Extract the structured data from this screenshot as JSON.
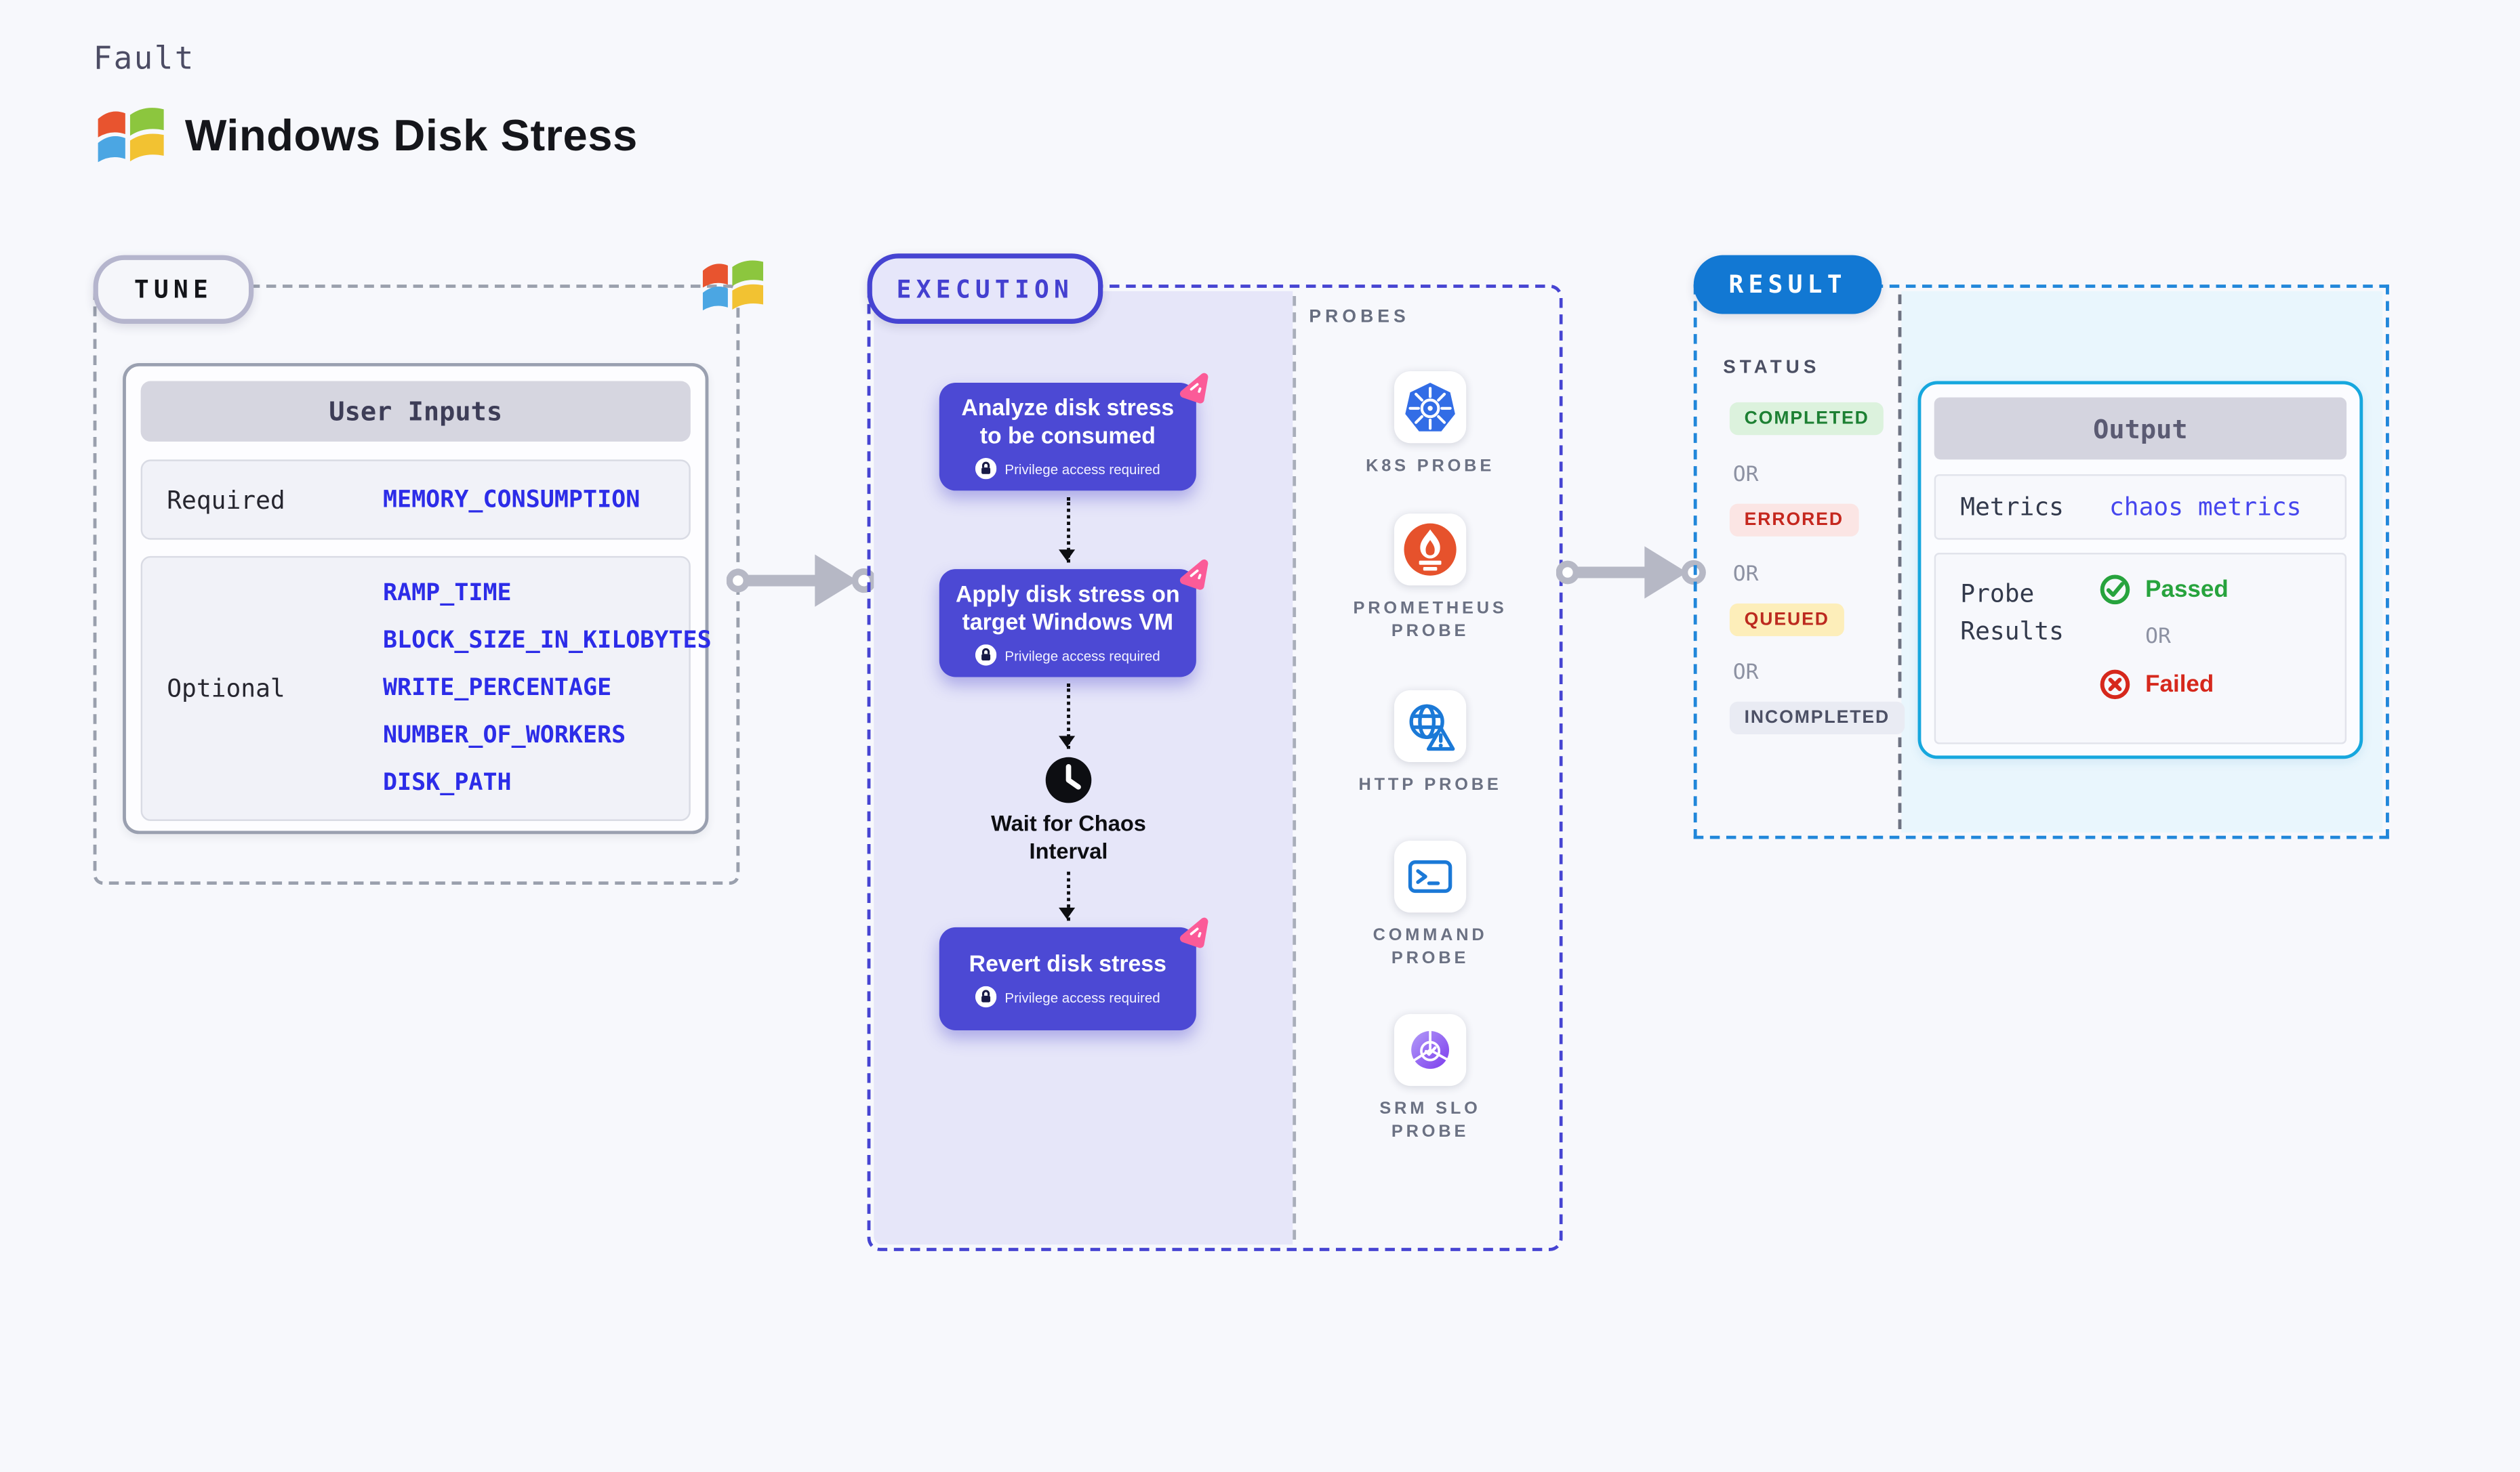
{
  "header": {
    "kicker": "Fault",
    "title": "Windows Disk Stress"
  },
  "tune": {
    "badge": "TUNE",
    "user_inputs": {
      "header": "User Inputs",
      "required_label": "Required",
      "required_values": [
        "MEMORY_CONSUMPTION"
      ],
      "optional_label": "Optional",
      "optional_values": [
        "RAMP_TIME",
        "BLOCK_SIZE_IN_KILOBYTES",
        "WRITE_PERCENTAGE",
        "NUMBER_OF_WORKERS",
        "DISK_PATH"
      ]
    }
  },
  "execution": {
    "badge": "EXECUTION",
    "steps": [
      {
        "title": "Analyze disk stress to be consumed",
        "badge": "Privilege access required"
      },
      {
        "title": "Apply disk stress on target Windows VM",
        "badge": "Privilege access required"
      },
      {
        "title": "Revert disk stress",
        "badge": "Privilege access required"
      }
    ],
    "wait_step": {
      "title": "Wait for Chaos Interval"
    }
  },
  "probes": {
    "label": "PROBES",
    "items": [
      {
        "name": "K8S PROBE",
        "icon": "kubernetes-icon"
      },
      {
        "name": "PROMETHEUS PROBE",
        "icon": "prometheus-icon"
      },
      {
        "name": "HTTP PROBE",
        "icon": "globe-warning-icon"
      },
      {
        "name": "COMMAND PROBE",
        "icon": "terminal-icon"
      },
      {
        "name": "SRM SLO PROBE",
        "icon": "gauge-check-icon"
      }
    ]
  },
  "result": {
    "badge": "RESULT",
    "status_label": "STATUS",
    "statuses": [
      {
        "text": "COMPLETED",
        "kind": "success"
      },
      {
        "text": "OR",
        "kind": "or"
      },
      {
        "text": "ERRORED",
        "kind": "error"
      },
      {
        "text": "OR",
        "kind": "or"
      },
      {
        "text": "QUEUED",
        "kind": "queued"
      },
      {
        "text": "OR",
        "kind": "or"
      },
      {
        "text": "INCOMPLETED",
        "kind": "incompleted"
      }
    ],
    "output": {
      "header": "Output",
      "metrics_label": "Metrics",
      "metrics_value": "chaos metrics",
      "probe_results_label": "Probe Results",
      "passed": "Passed",
      "or": "OR",
      "failed": "Failed"
    }
  },
  "colors": {
    "page_bg": "#f7f8fc",
    "indigo": "#4c49d4",
    "indigo_border": "#4644d2",
    "lavender": "#e6e6f9",
    "result_blue": "#1278d3",
    "result_dash": "#2187da",
    "output_border": "#16a7de",
    "output_bg": "#e9f6fd",
    "value_blue": "#2c2ce8",
    "success_green": "#1d8033",
    "error_red": "#c5271e",
    "queued_yellow": "#fdeeba",
    "passed_green": "#27a33d",
    "failed_red": "#d6281c",
    "pink_flag": "#fb5b98",
    "kubernetes_blue": "#326de6",
    "prometheus_orange": "#e6522c"
  }
}
